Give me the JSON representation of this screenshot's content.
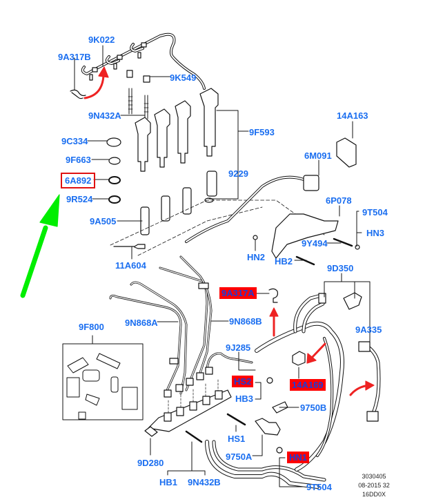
{
  "diagram": {
    "title": "Fuel injection system parts diagram",
    "colors": {
      "label_text": "#1a6ef0",
      "highlight_fill": "#ff0000",
      "highlight_text": "#1a3dd8",
      "highlight_box_border": "#e01010",
      "pointer_arrow_green": "#00ee00",
      "pointer_arrow_red": "#ee2222",
      "line_art": "#111111"
    },
    "labels": {
      "9K022": "9K022",
      "9A317B": "9A317B",
      "9K549": "9K549",
      "9N432A": "9N432A",
      "9C334": "9C334",
      "9F663": "9F663",
      "6A892": "6A892",
      "9R524": "9R524",
      "9A505": "9A505",
      "11A604": "11A604",
      "9F593": "9F593",
      "9229": "9229",
      "14A163": "14A163",
      "6M091": "6M091",
      "6P078": "6P078",
      "9T504_top": "9T504",
      "HN3": "HN3",
      "9Y494": "9Y494",
      "HN2": "HN2",
      "HB2": "HB2",
      "9D350": "9D350",
      "9A317A": "9A317A",
      "9N868B": "9N868B",
      "9N868A": "9N868A",
      "9A335": "9A335",
      "9F800": "9F800",
      "9J285": "9J285",
      "HS2": "HS2",
      "14A169": "14A169",
      "HB3": "HB3",
      "9750B": "9750B",
      "HS1": "HS1",
      "9750A": "9750A",
      "HN1": "HN1",
      "9D280": "9D280",
      "HB1": "HB1",
      "9N432B": "9N432B",
      "9T504_bottom": "9T504"
    },
    "highlighted_red": [
      "9A317A",
      "HS2",
      "14A169",
      "HN1"
    ],
    "highlighted_box": [
      "6A892"
    ],
    "reference": {
      "line1": "3030405",
      "line2": "08-2015 32",
      "line3": "16DD0X"
    }
  }
}
